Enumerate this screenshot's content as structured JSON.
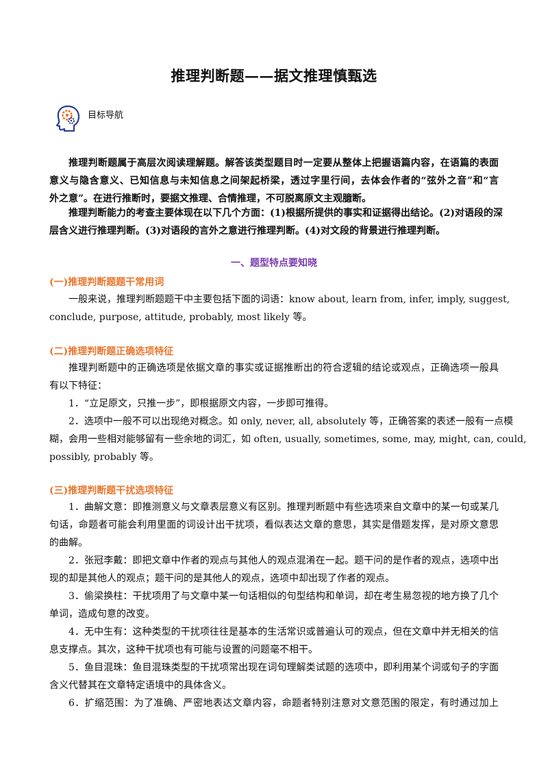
{
  "title": "推理判断题——据文推理慎甄选",
  "nav": {
    "label": "目标导航",
    "icon": "head-gears-icon"
  },
  "intro": {
    "p1": [
      "推理判断题属于高层次阅读理解题。解答该类型题目时一定要从整体上把握语篇内容，在语篇的表面",
      "意义与隐含意义、已知信息与未知信息之间架起桥梁，透过字里行间，去体会作者的“弦外之音”和“言",
      "外之意”。在进行推断时，要据文推理、合情推理，不可脱离原文主观臆断。"
    ],
    "p2": [
      "推理判断能力的考查主要体现在以下几个方面：(1)根据所提供的事实和证据得出结论。(2)对语段的深",
      "层含义进行推理判断。(3)对语段的言外之意进行推理判断。(4)对文段的背景进行推理判断。"
    ]
  },
  "section1": {
    "heading": "一、题型特点要知晓",
    "sub1": {
      "heading": "(一)推理判断题题干常用词",
      "lines": [
        "一般来说，推理判断题题干中主要包括下面的词语：know about, learn from, infer, imply, suggest,",
        "conclude, purpose, attitude, probably, most likely 等。"
      ]
    },
    "sub2": {
      "heading": "(二)推理判断题正确选项特征",
      "lines": [
        "推理判断题中的正确选项是依据文章的事实或证据推断出的符合逻辑的结论或观点，正确选项一般具",
        "有以下特征：",
        "1．“立足原文，只推一步”，即根据原文内容，一步即可推得。",
        "2．选项中一般不可以出现绝对概念。如 only, never, all, absolutely 等，正确答案的表述一般有一点模",
        "糊，会用一些相对能够留有一些余地的词汇，如 often, usually, sometimes, some, may, might, can, could,",
        "possibly, probably 等。"
      ]
    },
    "sub3": {
      "heading": "(三)推理判断题干扰选项特征",
      "lines": [
        "1．曲解文意：即推测意义与文章表层意义有区别。推理判断题中有些选项来自文章中的某一句或某几",
        "句话，命题者可能会利用里面的词设计出干扰项，看似表达文章的意思，其实是借题发挥，是对原文意思",
        "的曲解。",
        "2．张冠李戴：即把文章中作者的观点与其他人的观点混淆在一起。题干问的是作者的观点，选项中出",
        "现的却是其他人的观点；题干问的是其他人的观点，选项中却出现了作者的观点。",
        "3．偷梁换柱：干扰项用了与文章中某一句话相似的句型结构和单词，却在考生易忽视的地方换了几个",
        "单词，造成句意的改变。",
        "4．无中生有：这种类型的干扰项往往是基本的生活常识或普遍认可的观点，但在文章中并无相关的信",
        "息支撑点。其次，这种干扰项也有可能与设置的问题毫不相干。",
        "5．鱼目混珠：鱼目混珠类型的干扰项常出现在词句理解类试题的选项中，即利用某个词或句子的字面",
        "含义代替其在文章特定语境中的具体含义。",
        "6．扩缩范围：为了准确、严密地表达文章内容，命题者特别注意对文意范围的限定，有时通过加上"
      ]
    }
  },
  "colors": {
    "section": "#7b3fb0",
    "subheading": "#e8772e",
    "icon_stroke": "#2c3e8f",
    "icon_accent": "#e8772e"
  }
}
